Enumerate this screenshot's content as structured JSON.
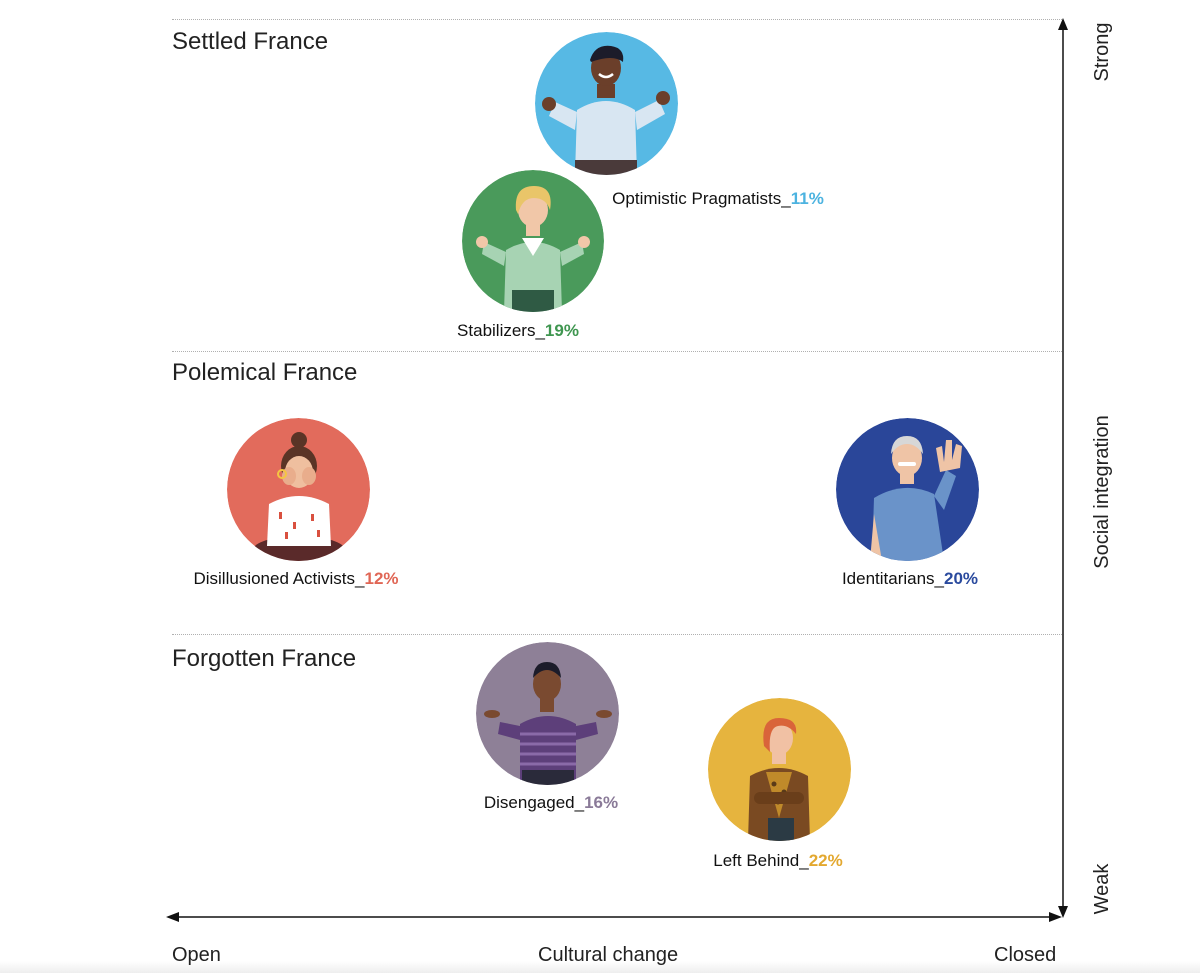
{
  "zones": {
    "settled": "Settled France",
    "polemical": "Polemical France",
    "forgotten": "Forgotten France"
  },
  "axes": {
    "x_title": "Cultural change",
    "x_left": "Open",
    "x_right": "Closed",
    "y_title": "Social integration",
    "y_top": "Strong",
    "y_bottom": "Weak"
  },
  "personas": [
    {
      "name": "Optimistic Pragmatists_",
      "pct": "11%",
      "color": "#57b9e4",
      "pct_color": "#4cb3e0",
      "icon": "thumbs-up-man-icon"
    },
    {
      "name": "Stabilizers_",
      "pct": "19%",
      "color": "#4a9a5b",
      "pct_color": "#3f9650",
      "icon": "calm-meditating-woman-icon"
    },
    {
      "name": "Disillusioned Activists_",
      "pct": "12%",
      "color": "#e26b5c",
      "pct_color": "#e06655",
      "icon": "face-in-hands-woman-icon"
    },
    {
      "name": "Identitarians_",
      "pct": "20%",
      "color": "#2a4699",
      "pct_color": "#2a4a9e",
      "icon": "stop-hand-man-icon"
    },
    {
      "name": "Disengaged_",
      "pct": "16%",
      "color": "#8e8097",
      "pct_color": "#8a7a98",
      "icon": "shrugging-man-icon"
    },
    {
      "name": "Left Behind_",
      "pct": "22%",
      "color": "#e6b43e",
      "pct_color": "#e3a82f",
      "icon": "arms-crossed-woman-icon"
    }
  ]
}
